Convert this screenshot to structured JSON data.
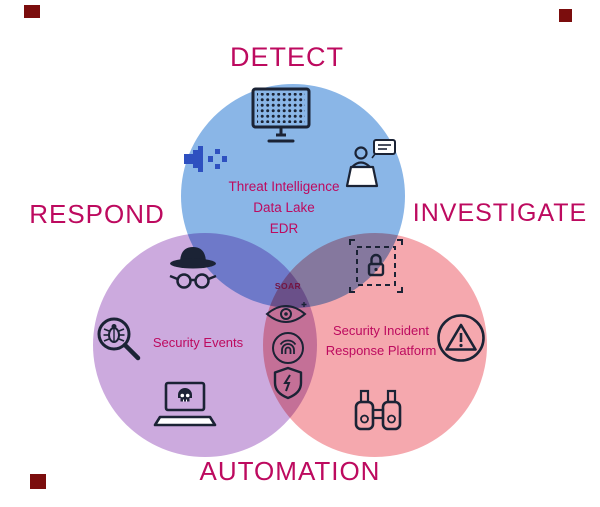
{
  "labels": {
    "detect": "DETECT",
    "respond": "RESPOND",
    "investigate": "INVESTIGATE",
    "automation": "AUTOMATION"
  },
  "detect_lines": [
    "Threat Intelligence",
    "Data Lake",
    "EDR"
  ],
  "respond_lines": [
    "Security Events"
  ],
  "investigate_lines": [
    "Security Incident",
    "Response Platform"
  ],
  "center": {
    "label": "SOAR"
  },
  "icons": [
    "monitor-dots-icon",
    "megaphone-icon",
    "presenter-icon",
    "spy-hat-icon",
    "bug-search-icon",
    "skull-laptop-icon",
    "lock-frame-icon",
    "warning-triangle-icon",
    "binoculars-icon",
    "eye-icon",
    "fingerprint-icon",
    "shield-icon"
  ],
  "colors": {
    "accent_text": "#bd0a5f",
    "circle_detect": "#8ab6e7",
    "circle_respond": "#ccaade",
    "circle_investigate": "#f5a8ae",
    "icon_stroke": "#1b2335",
    "icon_blue": "#2e50c0",
    "watermark": "#7b0d0d"
  }
}
